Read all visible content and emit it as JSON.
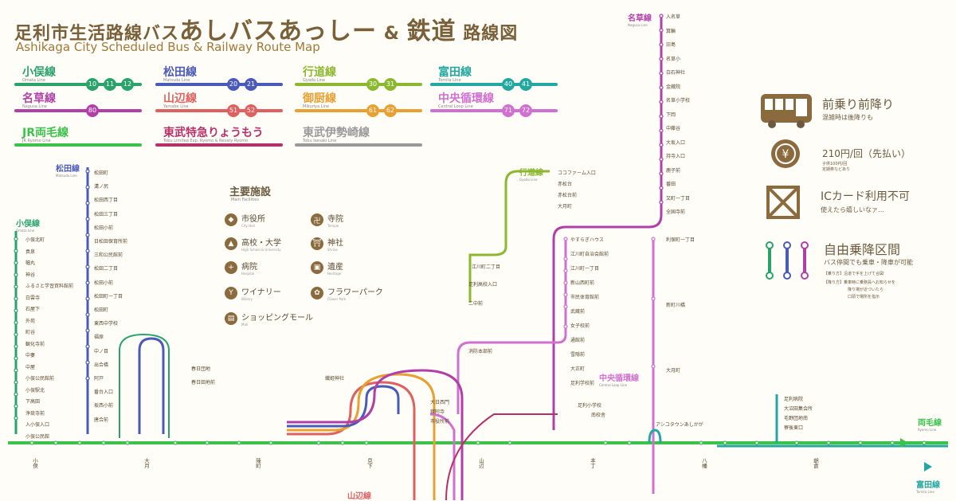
{
  "title": {
    "jp_prefix": "足利市生活路線バス",
    "jp_brand": "あしバスあっしー",
    "jp_amp": "&",
    "jp_rail": "鉄道",
    "jp_suffix": "路線図",
    "en": "Ashikaga City Scheduled Bus & Railway Route Map"
  },
  "legend": [
    {
      "name": "小俣線",
      "en": "Omata Line",
      "color": "#2aa36b",
      "nums": [
        "10",
        "11",
        "12"
      ]
    },
    {
      "name": "松田線",
      "en": "Matsuda Line",
      "color": "#4a5ab8",
      "nums": [
        "20",
        "21"
      ]
    },
    {
      "name": "行道線",
      "en": "Gyodo Line",
      "color": "#8cb830",
      "nums": [
        "30",
        "31"
      ]
    },
    {
      "name": "富田線",
      "en": "Tomita Line",
      "color": "#22a8a0",
      "nums": [
        "40",
        "41"
      ]
    },
    {
      "name": "名草線",
      "en": "Nagusa Line",
      "color": "#b040a8",
      "nums": [
        "80"
      ]
    },
    {
      "name": "山辺線",
      "en": "Yamabe Line",
      "color": "#e06060",
      "nums": [
        "51",
        "52"
      ]
    },
    {
      "name": "御厨線",
      "en": "Mikuriya Line",
      "color": "#e8a030",
      "nums": [
        "61",
        "62"
      ]
    },
    {
      "name": "中央循環線",
      "en": "Central Loop Line",
      "color": "#d070d0",
      "nums": [
        "71",
        "72"
      ]
    },
    {
      "name": "JR両毛線",
      "en": "JR Ryomo Line",
      "color": "#3cc24a",
      "nums": []
    },
    {
      "name": "東武特急りょうもう",
      "en": "Tobu Limited Exp. Ryomo & Revaty Ryomo",
      "color": "#b8306a",
      "nums": []
    },
    {
      "name": "東武伊勢崎線",
      "en": "Tobu Isesaki Line",
      "color": "#999999",
      "nums": []
    }
  ],
  "facilities": {
    "title": "主要施設",
    "subtitle": "Main Facilities",
    "items": [
      {
        "name": "市役所",
        "en": "City Hall",
        "icon": "city-hall-icon",
        "glyph": "◆"
      },
      {
        "name": "寺院",
        "en": "Temple",
        "icon": "temple-icon",
        "glyph": "卍"
      },
      {
        "name": "高校・大学",
        "en": "High School & University",
        "icon": "school-icon",
        "glyph": "▲"
      },
      {
        "name": "神社",
        "en": "Shrine",
        "icon": "shrine-icon",
        "glyph": "⛩"
      },
      {
        "name": "病院",
        "en": "Hospital",
        "icon": "hospital-icon",
        "glyph": "+"
      },
      {
        "name": "遺産",
        "en": "Heritage",
        "icon": "heritage-icon",
        "glyph": "▣"
      },
      {
        "name": "ワイナリー",
        "en": "Winery",
        "icon": "winery-icon",
        "glyph": "Y"
      },
      {
        "name": "フラワーパーク",
        "en": "Flower Park",
        "icon": "flower-icon",
        "glyph": "✿"
      },
      {
        "name": "ショッピングモール",
        "en": "Mall",
        "icon": "mall-icon",
        "glyph": "▤"
      }
    ]
  },
  "info": {
    "boarding": "前乗り前降り",
    "boarding_note": "混雑時は後降りも",
    "fare": "210円/回（先払い）",
    "fare_note1": "子供100円/回",
    "fare_note2": "定期券などあり",
    "ic": "ICカード利用不可",
    "ic_note": "使えたら嬉しいなァ…",
    "free": "自由乗降区間",
    "free_note": "バス停間でも乗車・降車が可能",
    "free_ride": "【乗り方】沿道で手を上げて合図",
    "free_off1": "【降り方】乗車時に乗務員へお知らせを",
    "free_off2": "降り場が近づいたら",
    "free_off3": "口頭で場所を指示"
  },
  "line_labels": {
    "matsuda": "松田線",
    "matsuda_en": "Matsuda Line",
    "omata": "小俣線",
    "omata_en": "Omata Line",
    "gyodo": "行道線",
    "gyodo_en": "Gyodo Line",
    "nagusa": "名草線",
    "nagusa_en": "Nagusa Line",
    "chuo": "中央循環線",
    "chuo_en": "Central Loop Line",
    "ryomo": "両毛線",
    "ryomo_en": "Ryomo Line",
    "tomita": "富田線",
    "tomita_en": "Tomita Line",
    "yamabe": "山辺線"
  },
  "stops": {
    "nagusa": [
      "入名草",
      "箕輪",
      "旧島",
      "名草小",
      "白石神社",
      "金蔵院",
      "名草小学校",
      "下岡",
      "中藤谷",
      "大坂入口",
      "持寺入口",
      "鹿子前",
      "番田",
      "又町一丁目",
      "全国寺前"
    ],
    "matsuda": [
      "松田町",
      "溝ノ尻",
      "松田西丁目",
      "松田三丁目",
      "松田小前",
      "日松田保育所前",
      "三和公民館前",
      "松田二丁目",
      "松田小前",
      "松田町一丁目",
      "松田町",
      "東西中学校",
      "福原",
      "中ノ目",
      "出合橋",
      "阿戸",
      "番台入口",
      "坂西小前",
      "唐合前"
    ],
    "omata": [
      "小俣北町",
      "貢泉",
      "幅丸",
      "神谷",
      "ふるさと学習資料館前",
      "白雲寺",
      "石屋下",
      "外苑",
      "町谷",
      "観化寺前",
      "中妻",
      "中屋",
      "小俣公民館前",
      "小俣駅北",
      "下高田",
      "浄琉寺前",
      "入小俣入口",
      "小俣公民館"
    ],
    "gyodo": [
      "ココファーム入口",
      "赤松台",
      "赤松台前",
      "大月町"
    ],
    "chuo": [
      "やすらぎハウス",
      "江川町自治会館前",
      "江川町一丁目",
      "新山西町前",
      "市民体育館前",
      "武蔵前",
      "女子校前",
      "通館前",
      "雪隠前",
      "大正町",
      "足利学校前"
    ],
    "center": [
      "大日西門",
      "鑁阿寺",
      "市役所前"
    ],
    "tomita": [
      "足利病院",
      "大沼田集会所",
      "毛野団地南",
      "寮後東口"
    ],
    "right": [
      "利保町一丁目",
      "新町川橋",
      "大月町"
    ],
    "mid": [
      "足利小学校",
      "南校舎",
      "江川町二丁目",
      "足利高校入口",
      "二中前",
      "消防本部前",
      "織姫神社",
      "春日団地",
      "春日田地前",
      "アシコタウンあしかが"
    ],
    "bottom": [
      "小俣",
      "大月",
      "陣町",
      "見下",
      "山辺",
      "本丁",
      "八幡",
      "朝倉"
    ]
  },
  "colors": {
    "omata": "#2aa36b",
    "matsuda": "#4a5ab8",
    "gyodo": "#8cb830",
    "tomita": "#22a8a0",
    "nagusa": "#b040a8",
    "yamabe": "#e06060",
    "mikuriya": "#e8a030",
    "chuo": "#d070d0",
    "jr": "#3cc24a",
    "tobu": "#b8306a",
    "isesaki": "#999999",
    "brown": "#8b6a3e"
  }
}
